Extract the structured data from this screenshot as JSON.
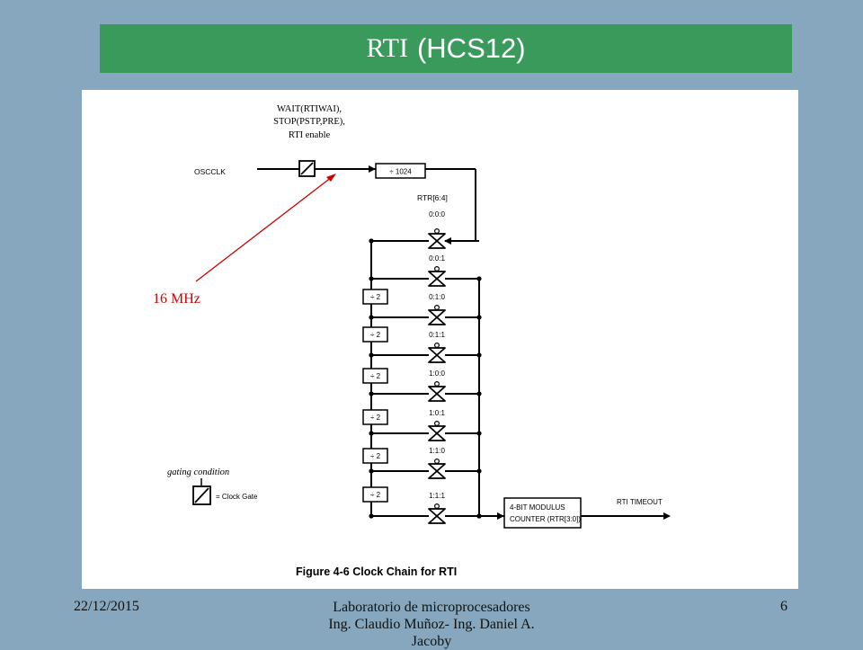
{
  "slide": {
    "title": "RTI",
    "title_suffix": "(HCS12)",
    "title_bar_color": "#3a9a5c",
    "background_color": "#86a7bd"
  },
  "diagram": {
    "oscclk_label": "OSCCLK",
    "gate_label_1": "WAIT(RTIWAI),",
    "gate_label_2": "STOP(PSTP,PRE),",
    "gate_label_3": "RTI enable",
    "prescaler_label": "÷ 1024",
    "rtr_label": "RTR[6:4]",
    "tap_codes": [
      "0:0:0",
      "0:0:1",
      "0:1:0",
      "0:1:1",
      "1:0:0",
      "1:0:1",
      "1:1:0",
      "1:1:1"
    ],
    "divider_label": "÷ 2",
    "counter_line_1": "4-BIT MODULUS",
    "counter_line_2": "COUNTER (RTR[3:0])",
    "timeout_label": "RTI TIMEOUT",
    "legend_title": "gating condition",
    "legend_text": "= Clock Gate",
    "caption": "Figure 4-6  Clock Chain for RTI",
    "annotation": "16 MHz",
    "annotation_color": "#cc0000"
  },
  "footer": {
    "date": "22/12/2015",
    "course_line_1": "Laboratorio de microprocesadores",
    "course_line_2": "Ing. Claudio Muñoz- Ing. Daniel A.",
    "course_line_3": "Jacoby",
    "page_number": "6"
  }
}
